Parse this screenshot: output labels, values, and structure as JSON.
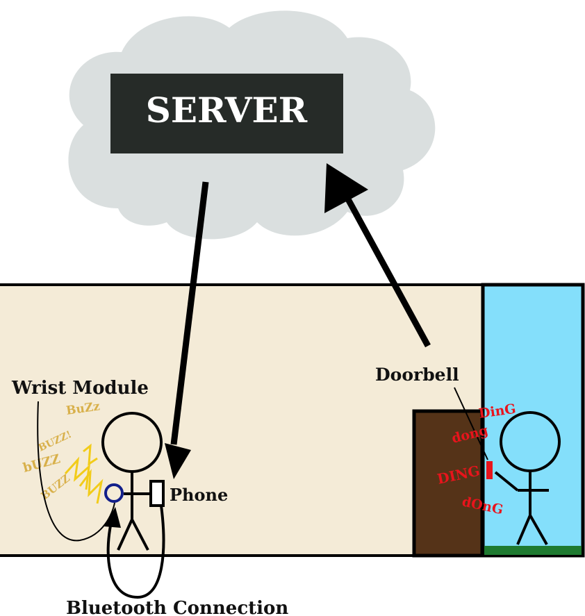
{
  "server": {
    "label": "SERVER"
  },
  "labels": {
    "wrist_module": "Wrist Module",
    "phone": "Phone",
    "doorbell": "Doorbell",
    "bluetooth": "Bluetooth Connection"
  },
  "sounds": {
    "buzz": [
      "BuZz",
      "BUZZ!",
      "bUZZ",
      "BUZZ"
    ],
    "ding": [
      "DinG",
      "dong",
      "DING",
      "dOnG"
    ]
  },
  "colors": {
    "cloud": "#dadfdf",
    "server_box": "#262b28",
    "house_wall": "#f4ebd7",
    "window": "#84dffb",
    "door": "#553318",
    "grass": "#1e7a30",
    "wrist_ring": "#121f8a",
    "buzz": "#d8b04a",
    "ding": "#e8141c"
  }
}
